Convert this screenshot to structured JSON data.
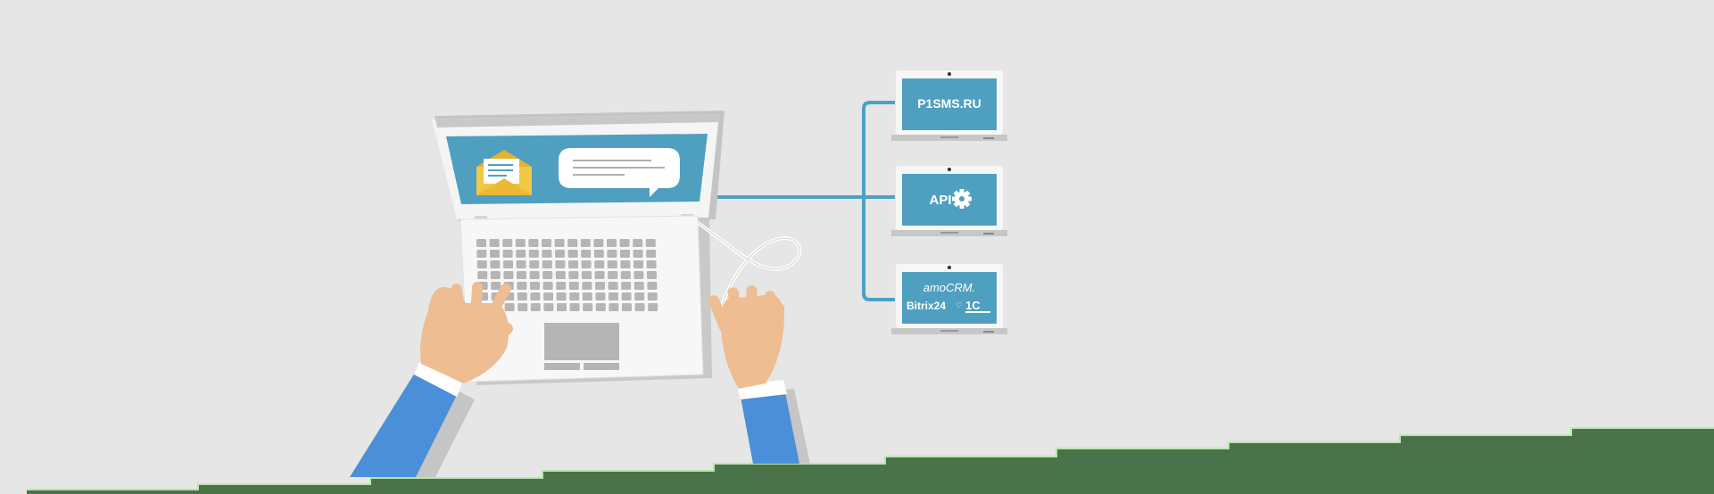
{
  "devices": {
    "top": {
      "label": "P1SMS.RU",
      "icon": "none"
    },
    "middle": {
      "label": "API",
      "icon": "gear-icon"
    },
    "bottom": {
      "brand_primary": "amoCRM.",
      "brand_secondary": "Bitrix24",
      "brand_tertiary": "1C",
      "icons": [
        "cloud-heart-icon"
      ]
    }
  },
  "main_laptop": {
    "screen_icons": [
      "envelope-icon",
      "chat-bubble-icon"
    ]
  },
  "colors": {
    "background": "#e6e6e6",
    "screen": "#4f9fc0",
    "connector": "#4da1c4",
    "sleeve": "#4b8fd8",
    "skin": "#eebd91",
    "ground": "#4a7349",
    "ground_highlight": "#b9e6b0",
    "laptop_body": "#f7f7f7",
    "keys": "#b5b5b5"
  }
}
